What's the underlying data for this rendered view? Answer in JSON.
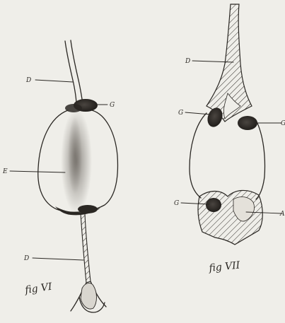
{
  "figure_left": {
    "caption": "fig VI",
    "labels": {
      "stalk_top": "D",
      "gland": "G",
      "body": "E",
      "stalk_bottom": "D"
    }
  },
  "figure_right": {
    "caption": "fig VII",
    "labels": {
      "stalk": "D",
      "gland_left": "G",
      "gland_right": "G",
      "gland_lower": "G",
      "lower_right": "A"
    }
  },
  "colors": {
    "paper": "#efeee9",
    "ink": "#2a2723",
    "stipple": "#6b6660"
  }
}
